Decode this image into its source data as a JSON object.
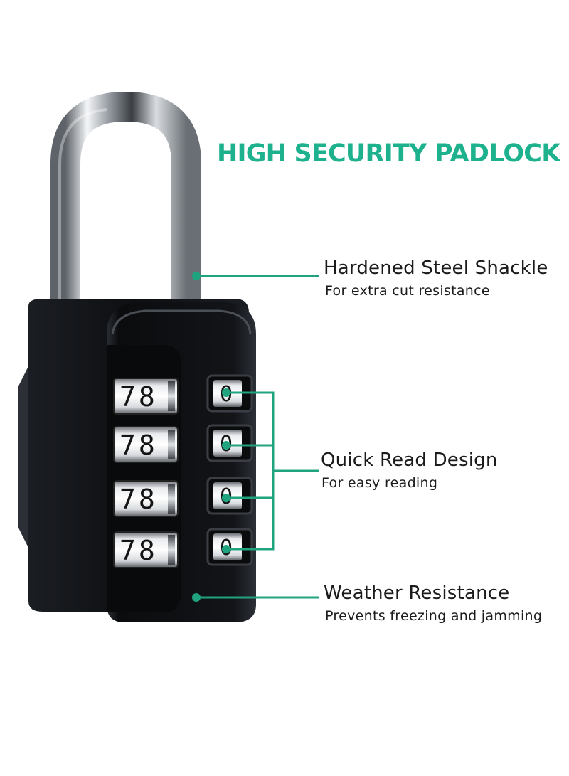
{
  "headline": "HIGH SECURITY PADLOCK",
  "features": [
    {
      "title": "Hardened Steel Shackle",
      "subtitle": "For extra cut resistance"
    },
    {
      "title": "Quick Read Design",
      "subtitle": "For easy reading"
    },
    {
      "title": "Weather Resistance",
      "subtitle": "Prevents freezing and jamming"
    }
  ],
  "dials": [
    {
      "left_digits": "78",
      "right_digit": "0"
    },
    {
      "left_digits": "78",
      "right_digit": "0"
    },
    {
      "left_digits": "78",
      "right_digit": "0"
    },
    {
      "left_digits": "78",
      "right_digit": "0"
    }
  ],
  "colors": {
    "accent": "#1db18e",
    "callout": "#20a37f",
    "body": "#111317",
    "shackle": "#b9bdc3",
    "text": "#1b1b1b"
  }
}
